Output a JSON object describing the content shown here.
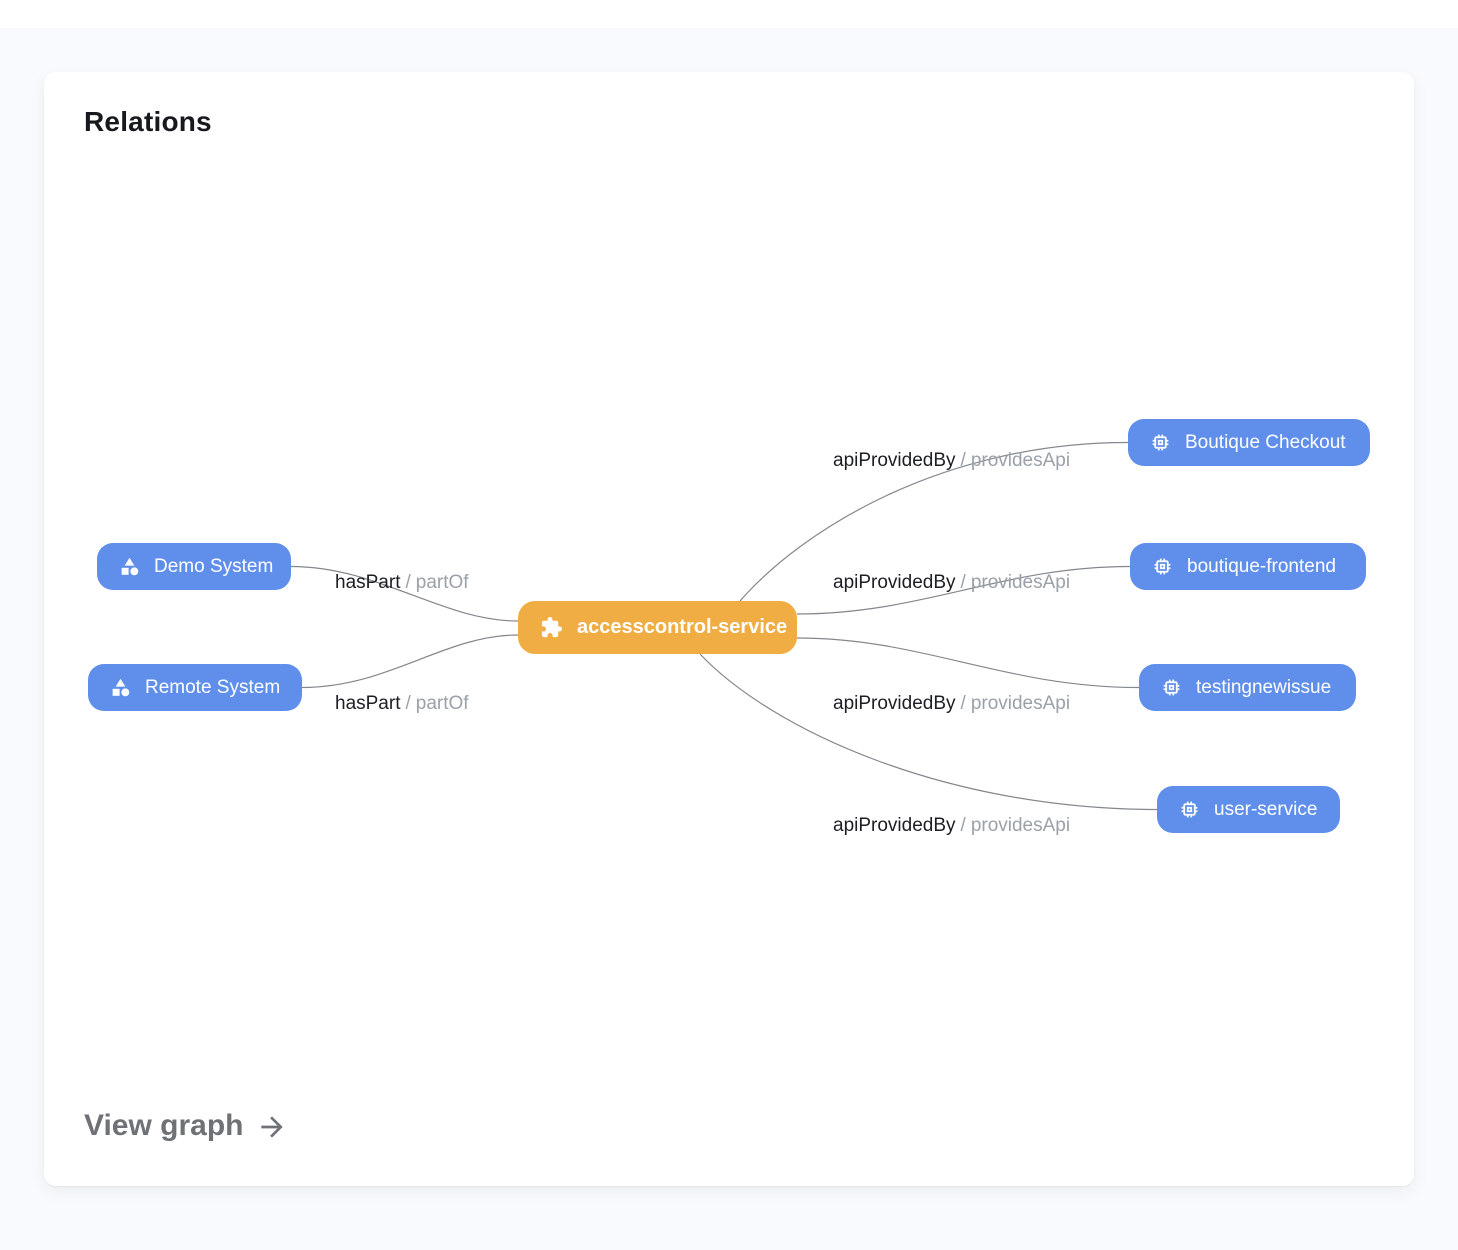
{
  "card": {
    "title": "Relations",
    "footer_link_label": "View graph"
  },
  "graph": {
    "separator": "/",
    "center": {
      "label": "accesscontrol-service",
      "kind": "service"
    },
    "left": [
      {
        "label": "Demo System",
        "relation": "hasPart",
        "inverse": "partOf"
      },
      {
        "label": "Remote System",
        "relation": "hasPart",
        "inverse": "partOf"
      }
    ],
    "right": [
      {
        "label": "Boutique Checkout",
        "relation": "apiProvidedBy",
        "inverse": "providesApi"
      },
      {
        "label": "boutique-frontend",
        "relation": "apiProvidedBy",
        "inverse": "providesApi"
      },
      {
        "label": "testingnewissue",
        "relation": "apiProvidedBy",
        "inverse": "providesApi"
      },
      {
        "label": "user-service",
        "relation": "apiProvidedBy",
        "inverse": "providesApi"
      }
    ]
  },
  "colors": {
    "page_background": "#f8fafd",
    "card_background": "#ffffff",
    "node_blue": "#5f8fea",
    "node_orange": "#f0ad44",
    "edge_line": "#83878e",
    "relation_text": "#1b1e23",
    "inverse_text": "#9ba1a8",
    "footer_link": "#6e7276"
  }
}
